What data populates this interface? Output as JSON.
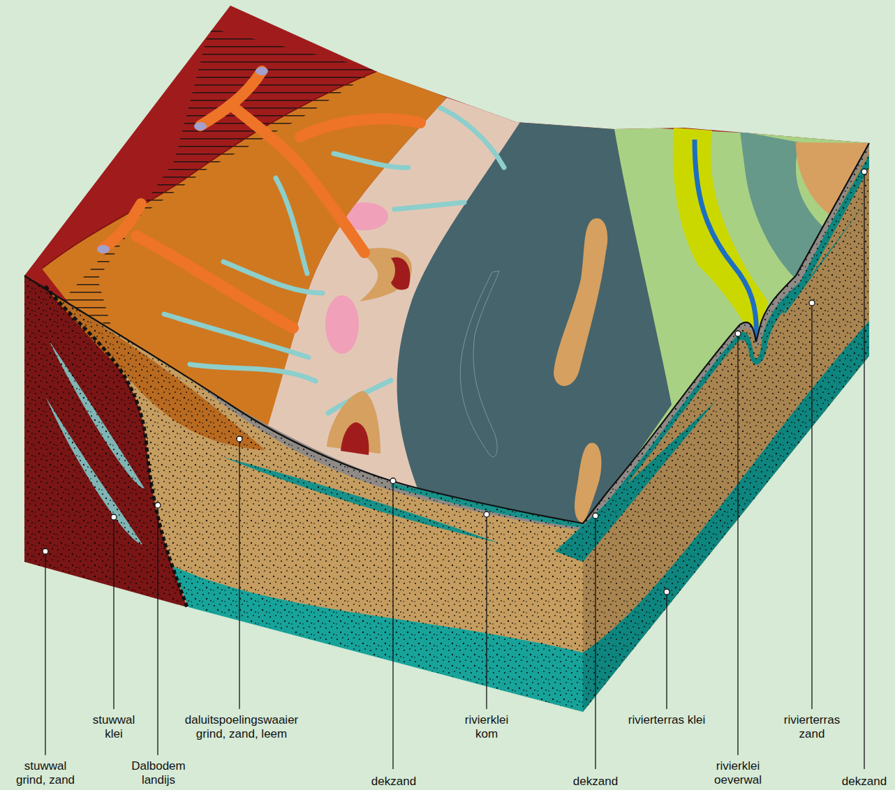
{
  "diagram": {
    "labels": [
      "stuwwal grind, zand",
      "stuwwal klei",
      "Dalbodem landijs",
      "daluitspoelingswaaier grind, zand, leem",
      "dekzand",
      "rivierklei kom",
      "dekzand",
      "rivierterras klei",
      "rivierklei oeverwal",
      "rivierterras zand",
      "dekzand"
    ]
  }
}
